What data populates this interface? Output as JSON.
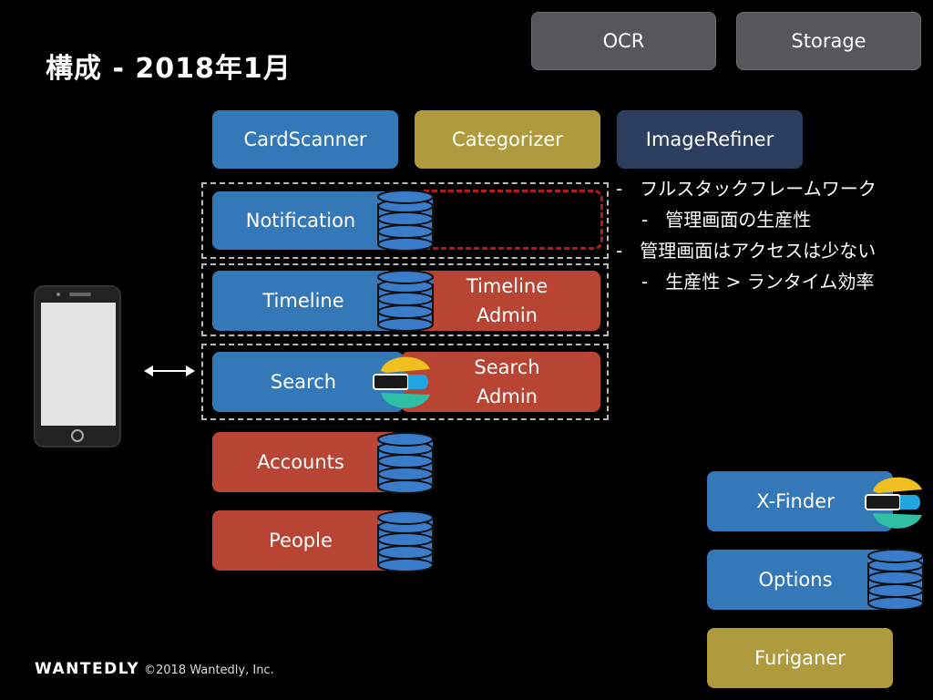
{
  "title": "構成 - 2018年1月",
  "top_services": [
    "OCR",
    "Storage"
  ],
  "row_services": [
    "CardScanner",
    "Categorizer",
    "ImageRefiner"
  ],
  "groups": {
    "notification": "Notification",
    "timeline": "Timeline",
    "timeline_admin": [
      "Timeline",
      "Admin"
    ],
    "search": "Search",
    "search_admin": [
      "Search",
      "Admin"
    ]
  },
  "red_services": [
    "Accounts",
    "People"
  ],
  "right_services": [
    "X-Finder",
    "Options",
    "Furiganer"
  ],
  "notes": [
    {
      "level": 1,
      "bullet": "-",
      "text": "フルスタックフレームワーク"
    },
    {
      "level": 2,
      "bullet": "-",
      "text": "管理画面の生産性"
    },
    {
      "level": 1,
      "bullet": "-",
      "text": "管理画面はアクセスは少ない"
    },
    {
      "level": 2,
      "bullet": "-",
      "text": "生産性 > ランタイム効率"
    }
  ],
  "footer": {
    "logo": "WANTEDLY",
    "copyright": "©2018 Wantedly, Inc."
  },
  "colors": {
    "blue": "#3478b8",
    "red": "#b84533",
    "gold": "#b09a3e",
    "navy": "#2c3e5e",
    "gray": "#55575b",
    "db": "#3a7cc9",
    "es_yellow": "#f0c020",
    "es_blue": "#1fa5e0",
    "es_teal": "#2ebfa5"
  },
  "icons": [
    "smartphone-icon",
    "double-arrow-icon",
    "database-icon",
    "elasticsearch-icon"
  ]
}
